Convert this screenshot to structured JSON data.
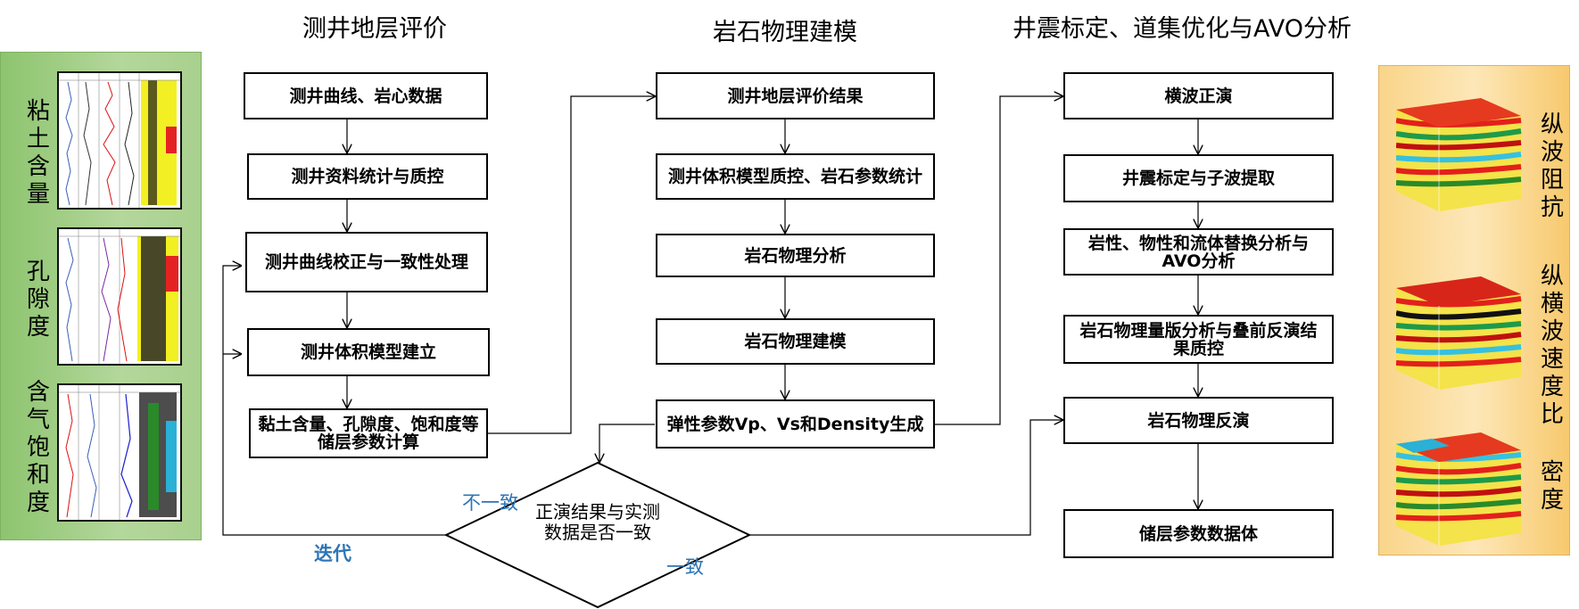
{
  "titles": {
    "col1": "测井地层评价",
    "col2": "岩石物理建模",
    "col3": "井震标定、道集优化与AVO分析"
  },
  "left_panel": {
    "labels": [
      "粘土含量",
      "孔隙度",
      "含气饱和度"
    ]
  },
  "right_panel": {
    "labels": [
      "纵波阻抗",
      "纵横波速度比",
      "密度"
    ]
  },
  "col1_steps": [
    "测井曲线、岩心数据",
    "测井资料统计与质控",
    "测井曲线校正与一致性处理",
    "测井体积模型建立",
    "黏土含量、孔隙度、饱和度等储层参数计算"
  ],
  "col2_steps": [
    "测井地层评价结果",
    "测井体积模型质控、岩石参数统计",
    "岩石物理分析",
    "岩石物理建模",
    "弹性参数Vp、Vs和Density生成"
  ],
  "col3_steps": [
    "横波正演",
    "井震标定与子波提取",
    "岩性、物性和流体替换分析与AVO分析",
    "岩石物理量版分析与叠前反演结果质控",
    "岩石物理反演",
    "储层参数数据体"
  ],
  "decision": {
    "text": "正演结果与实测数据是否一致",
    "no_label": "不一致",
    "yes_label": "一致",
    "loop_label": "迭代"
  }
}
